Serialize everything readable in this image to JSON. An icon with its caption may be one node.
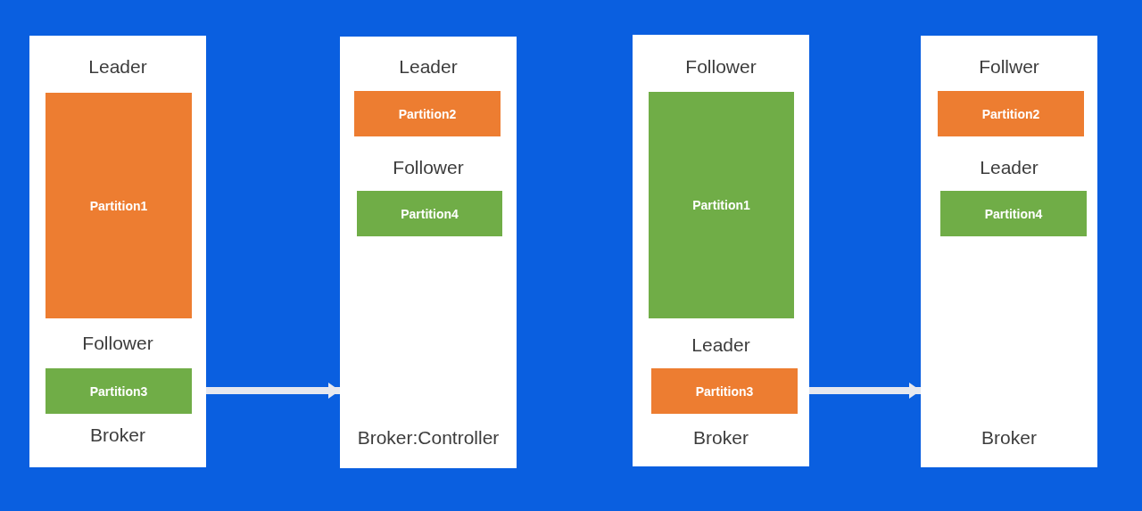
{
  "diagram": {
    "nodes": [
      {
        "text": [
          "Leader",
          "Follower",
          "Broker"
        ]
      },
      {
        "text": [
          "Partition1"
        ],
        "in": 0
      },
      {
        "text": [
          "Partition3"
        ],
        "in": 0
      },
      {
        "text": [
          "Leader",
          "Follower",
          "Broker:Controller"
        ]
      },
      {
        "text": [
          "Partition2"
        ],
        "in": 3
      },
      {
        "text": [
          "Partition4"
        ],
        "in": 3
      },
      {
        "text": [
          "Follower",
          "Leader",
          "Broker"
        ]
      },
      {
        "text": [
          "Partition1"
        ],
        "in": 6
      },
      {
        "text": [
          "Partition3"
        ],
        "in": 6
      },
      {
        "text": [
          "Follwer",
          "Leader",
          "Broker"
        ]
      },
      {
        "text": [
          "Partition2"
        ],
        "in": 9
      },
      {
        "text": [
          "Partition4"
        ],
        "in": 9
      }
    ],
    "edges": [
      {
        "from": 0,
        "to": 3,
        "arrow": "to"
      },
      {
        "from": 6,
        "to": 9,
        "arrow": "to"
      }
    ]
  }
}
